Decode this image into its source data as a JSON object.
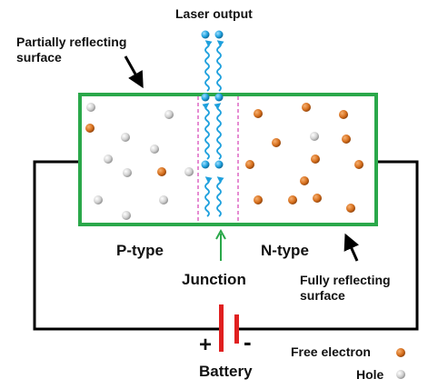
{
  "labels": {
    "laser_output": "Laser output",
    "partially_reflecting_line1": "Partially reflecting",
    "partially_reflecting_line2": "surface",
    "p_type": "P-type",
    "n_type": "N-type",
    "junction": "Junction",
    "fully_reflecting_line1": "Fully reflecting",
    "fully_reflecting_line2": "surface",
    "plus": "+",
    "minus": "-",
    "battery": "Battery",
    "free_electron": "Free electron",
    "hole": "Hole"
  },
  "colors": {
    "box_border": "#2aa84a",
    "electron": "#d7701e",
    "hole": "#d6d6d6",
    "photon": "#1ea0dd",
    "junction_dash": "#d63fb4",
    "battery_plate": "#e02020",
    "wire": "#000000",
    "arrow": "#000000",
    "junction_arrow": "#2aa84a"
  }
}
